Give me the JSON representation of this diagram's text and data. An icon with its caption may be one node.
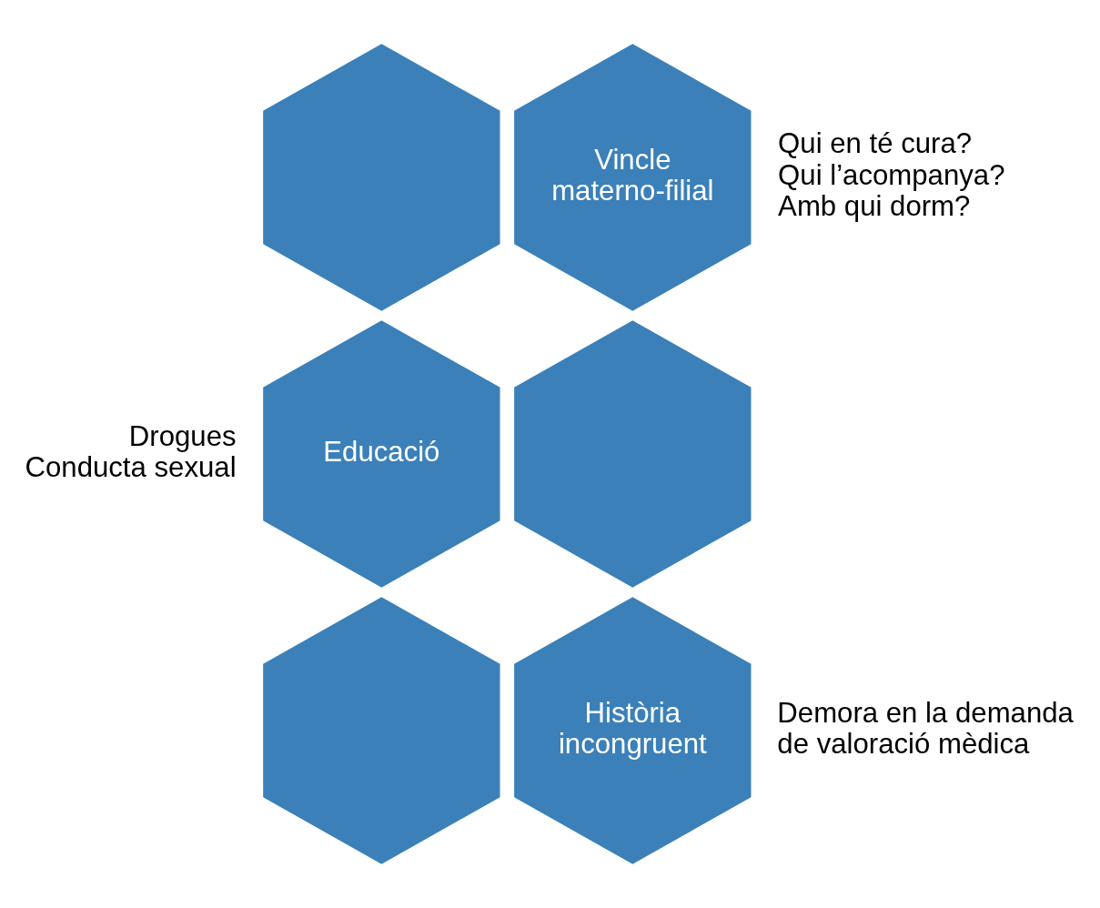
{
  "diagram": {
    "nodes": [
      {
        "text": [],
        "shape": "hexagon"
      },
      {
        "text": [
          "Vincle materno-filial"
        ],
        "beside": [
          "Qui en té cura?",
          "Qui l’acompanya?",
          "Amb qui dorm?"
        ]
      },
      {
        "text": [
          "Educació"
        ],
        "beside": [
          "Drogues",
          "Conducta sexual"
        ]
      },
      {
        "text": [],
        "shape": "hexagon"
      },
      {
        "text": [],
        "shape": "hexagon"
      },
      {
        "text": [
          "Història incongruent"
        ],
        "beside": [
          "Demora en la demanda de valoració mèdica"
        ]
      }
    ],
    "edges": []
  }
}
